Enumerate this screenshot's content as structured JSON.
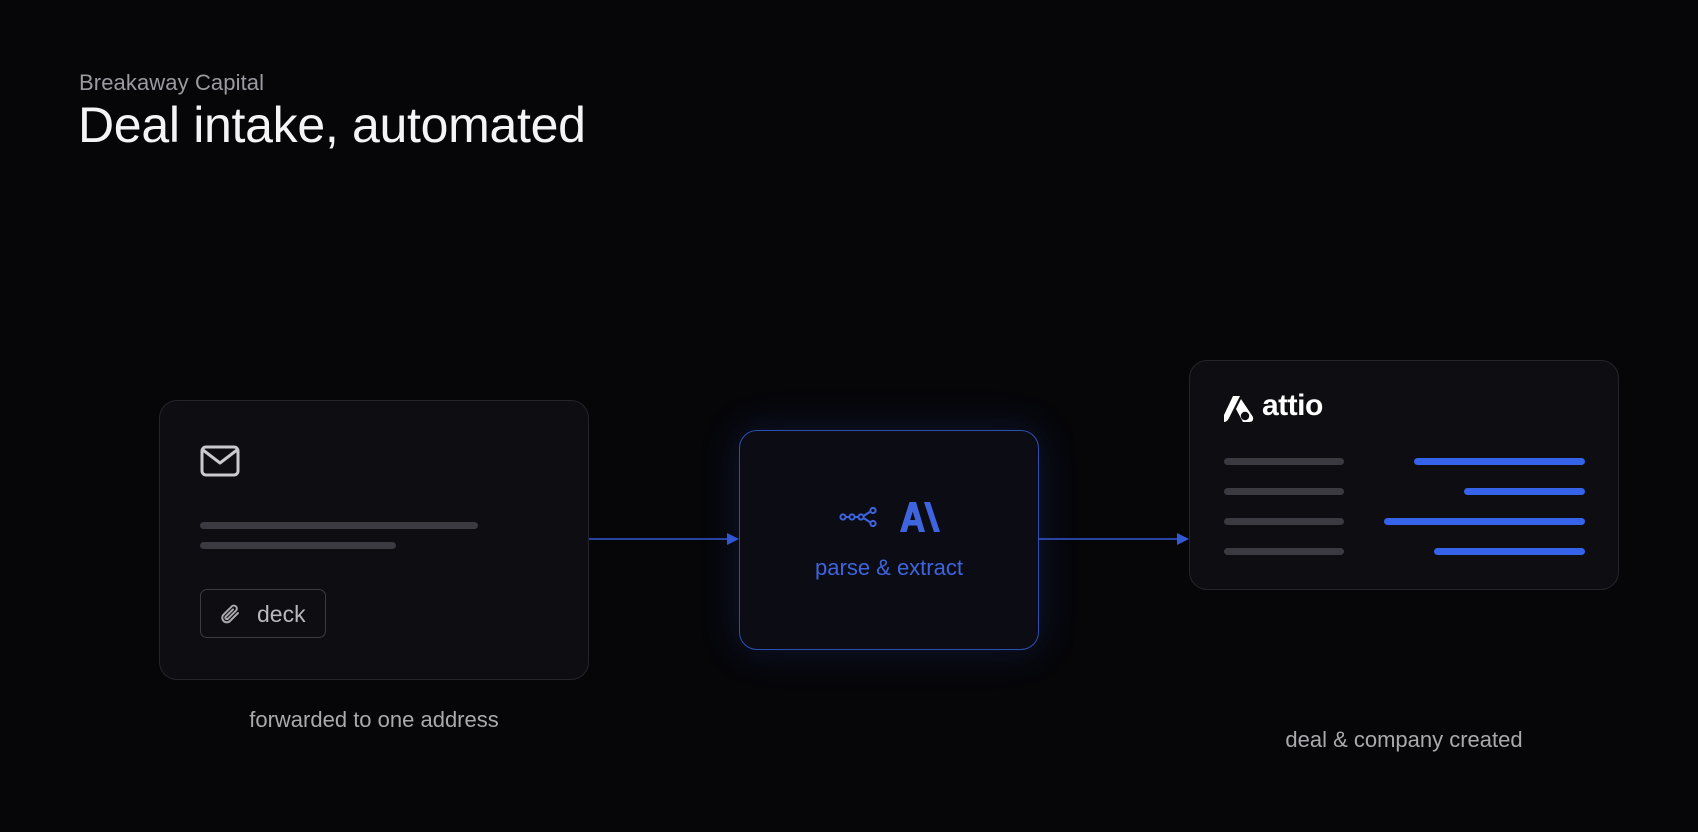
{
  "header": {
    "eyebrow": "Breakaway Capital",
    "title": "Deal intake, automated"
  },
  "email_card": {
    "icon": "mail-icon",
    "attachment_icon": "paperclip-icon",
    "attachment_label": "deck",
    "caption": "forwarded to one address"
  },
  "ai_card": {
    "icons": [
      "workflow-icon",
      "anthropic-logo"
    ],
    "label": "parse & extract"
  },
  "crm_card": {
    "logo_icon": "attio-logo",
    "brand": "attio",
    "record_fields": 4,
    "caption": "deal & company created"
  },
  "colors": {
    "background": "#060609",
    "card": "#0e0e12",
    "accent": "#3563e9",
    "placeholder": "#3a3a40"
  }
}
